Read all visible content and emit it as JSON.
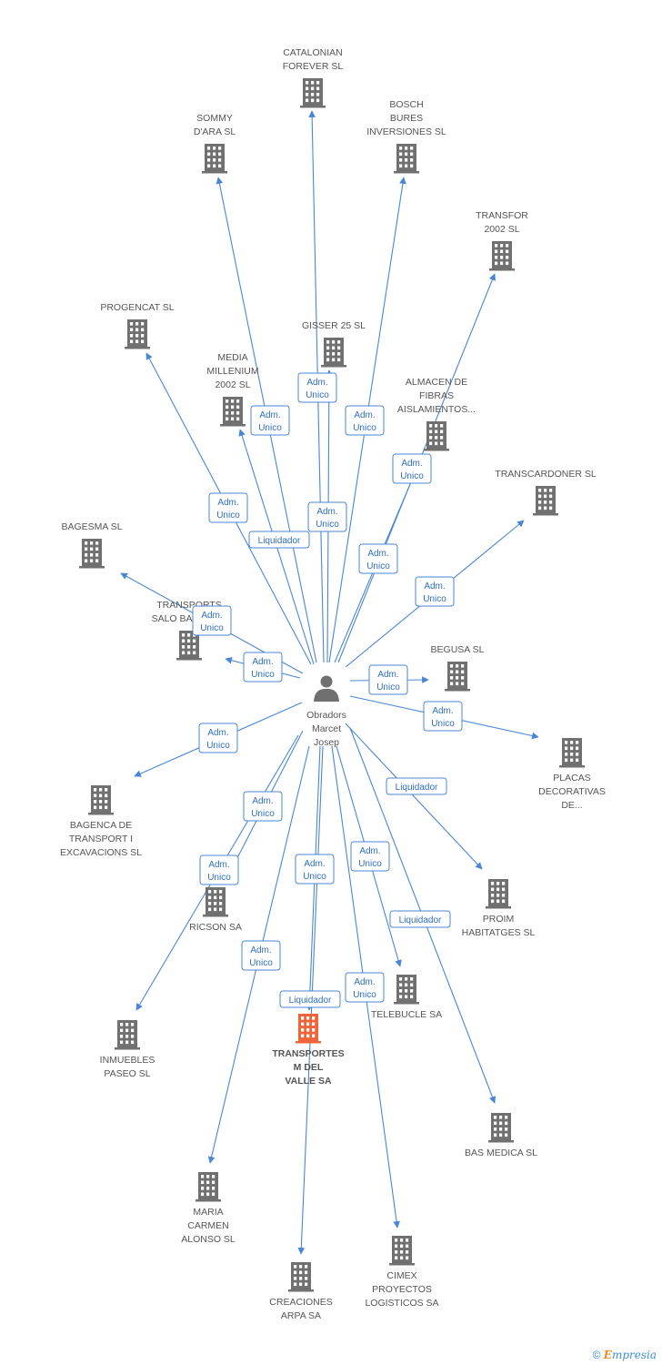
{
  "center": {
    "label": [
      "Obradors",
      "Marcet",
      "Josep"
    ]
  },
  "nodes": [
    {
      "id": "catalonian",
      "label": [
        "CATALONIAN",
        "FOREVER SL"
      ]
    },
    {
      "id": "bosch",
      "label": [
        "BOSCH",
        "BURES",
        "INVERSIONES SL"
      ]
    },
    {
      "id": "sommy",
      "label": [
        "SOMMY",
        "D'ARA SL"
      ]
    },
    {
      "id": "transfor",
      "label": [
        "TRANSFOR",
        "2002 SL"
      ]
    },
    {
      "id": "progencat",
      "label": [
        "PROGENCAT SL"
      ]
    },
    {
      "id": "gisser",
      "label": [
        "GISSER 25 SL"
      ]
    },
    {
      "id": "media",
      "label": [
        "MEDIA",
        "MILLENIUM",
        "2002 SL"
      ]
    },
    {
      "id": "almacen",
      "label": [
        "ALMACEN DE",
        "FIBRAS",
        "AISLAMIENTOS..."
      ]
    },
    {
      "id": "transcardoner",
      "label": [
        "TRANSCARDONER SL"
      ]
    },
    {
      "id": "bagesma",
      "label": [
        "BAGESMA SL"
      ]
    },
    {
      "id": "transports_salo",
      "label": [
        "TRANSPORTS",
        "SALO BAGES SL"
      ]
    },
    {
      "id": "begusa",
      "label": [
        "BEGUSA SL"
      ]
    },
    {
      "id": "placas",
      "label": [
        "PLACAS",
        "DECORATIVAS",
        "DE..."
      ]
    },
    {
      "id": "bagenca",
      "label": [
        "BAGENCA DE",
        "TRANSPORT I",
        "EXCAVACIONS SL"
      ]
    },
    {
      "id": "proim",
      "label": [
        "PROIM",
        "HABITATGES SL"
      ]
    },
    {
      "id": "ricson",
      "label": [
        "RICSON SA"
      ]
    },
    {
      "id": "telebucle",
      "label": [
        "TELEBUCLE SA"
      ]
    },
    {
      "id": "inmuebles",
      "label": [
        "INMUEBLES",
        "PASEO SL"
      ]
    },
    {
      "id": "transportes_m",
      "label": [
        "TRANSPORTES",
        "M DEL",
        "VALLE SA"
      ],
      "highlight": true
    },
    {
      "id": "bas_medica",
      "label": [
        "BAS MEDICA SL"
      ]
    },
    {
      "id": "maria",
      "label": [
        "MARIA",
        "CARMEN",
        "ALONSO SL"
      ]
    },
    {
      "id": "creaciones",
      "label": [
        "CREACIONES",
        "ARPA SA"
      ]
    },
    {
      "id": "cimex",
      "label": [
        "CIMEX",
        "PROYECTOS",
        "LOGISTICOS SA"
      ]
    }
  ],
  "edges": [
    {
      "to": "catalonian",
      "label": [
        "Adm.",
        "Unico"
      ]
    },
    {
      "to": "sommy",
      "label": [
        "Adm.",
        "Unico"
      ]
    },
    {
      "to": "bosch",
      "label": [
        "Adm.",
        "Unico"
      ]
    },
    {
      "to": "transfor",
      "label": [
        "Adm.",
        "Unico"
      ]
    },
    {
      "to": "progencat",
      "label": [
        "Adm.",
        "Unico"
      ]
    },
    {
      "to": "gisser",
      "label": [
        "Adm.",
        "Unico"
      ]
    },
    {
      "to": "media",
      "label": [
        "Liquidador"
      ]
    },
    {
      "to": "almacen",
      "label": [
        "Adm.",
        "Unico"
      ]
    },
    {
      "to": "transcardoner",
      "label": [
        "Adm.",
        "Unico"
      ]
    },
    {
      "to": "bagesma",
      "label": [
        "Adm.",
        "Unico"
      ]
    },
    {
      "to": "transports_salo",
      "label": [
        "Adm.",
        "Unico"
      ]
    },
    {
      "to": "begusa",
      "label": [
        "Adm.",
        "Unico"
      ]
    },
    {
      "to": "placas",
      "label": [
        "Adm.",
        "Unico"
      ]
    },
    {
      "to": "bagenca",
      "label": [
        "Adm.",
        "Unico"
      ]
    },
    {
      "to": "proim",
      "label": [
        "Liquidador"
      ]
    },
    {
      "to": "ricson",
      "label": [
        "Adm.",
        "Unico"
      ]
    },
    {
      "to": "inmuebles",
      "label": [
        "Adm.",
        "Unico"
      ]
    },
    {
      "to": "telebucle",
      "label": [
        "Adm.",
        "Unico"
      ]
    },
    {
      "to": "bas_medica",
      "label": [
        "Liquidador"
      ]
    },
    {
      "to": "transportes_m",
      "label": [
        "Adm.",
        "Unico"
      ]
    },
    {
      "to": "maria",
      "label": [
        "Adm.",
        "Unico"
      ]
    },
    {
      "to": "creaciones",
      "label": [
        "Liquidador"
      ]
    },
    {
      "to": "cimex",
      "label": [
        "Adm.",
        "Unico"
      ]
    }
  ],
  "footer": {
    "copyright": "©",
    "brand_e": "E",
    "brand_rest": "mpresia"
  }
}
